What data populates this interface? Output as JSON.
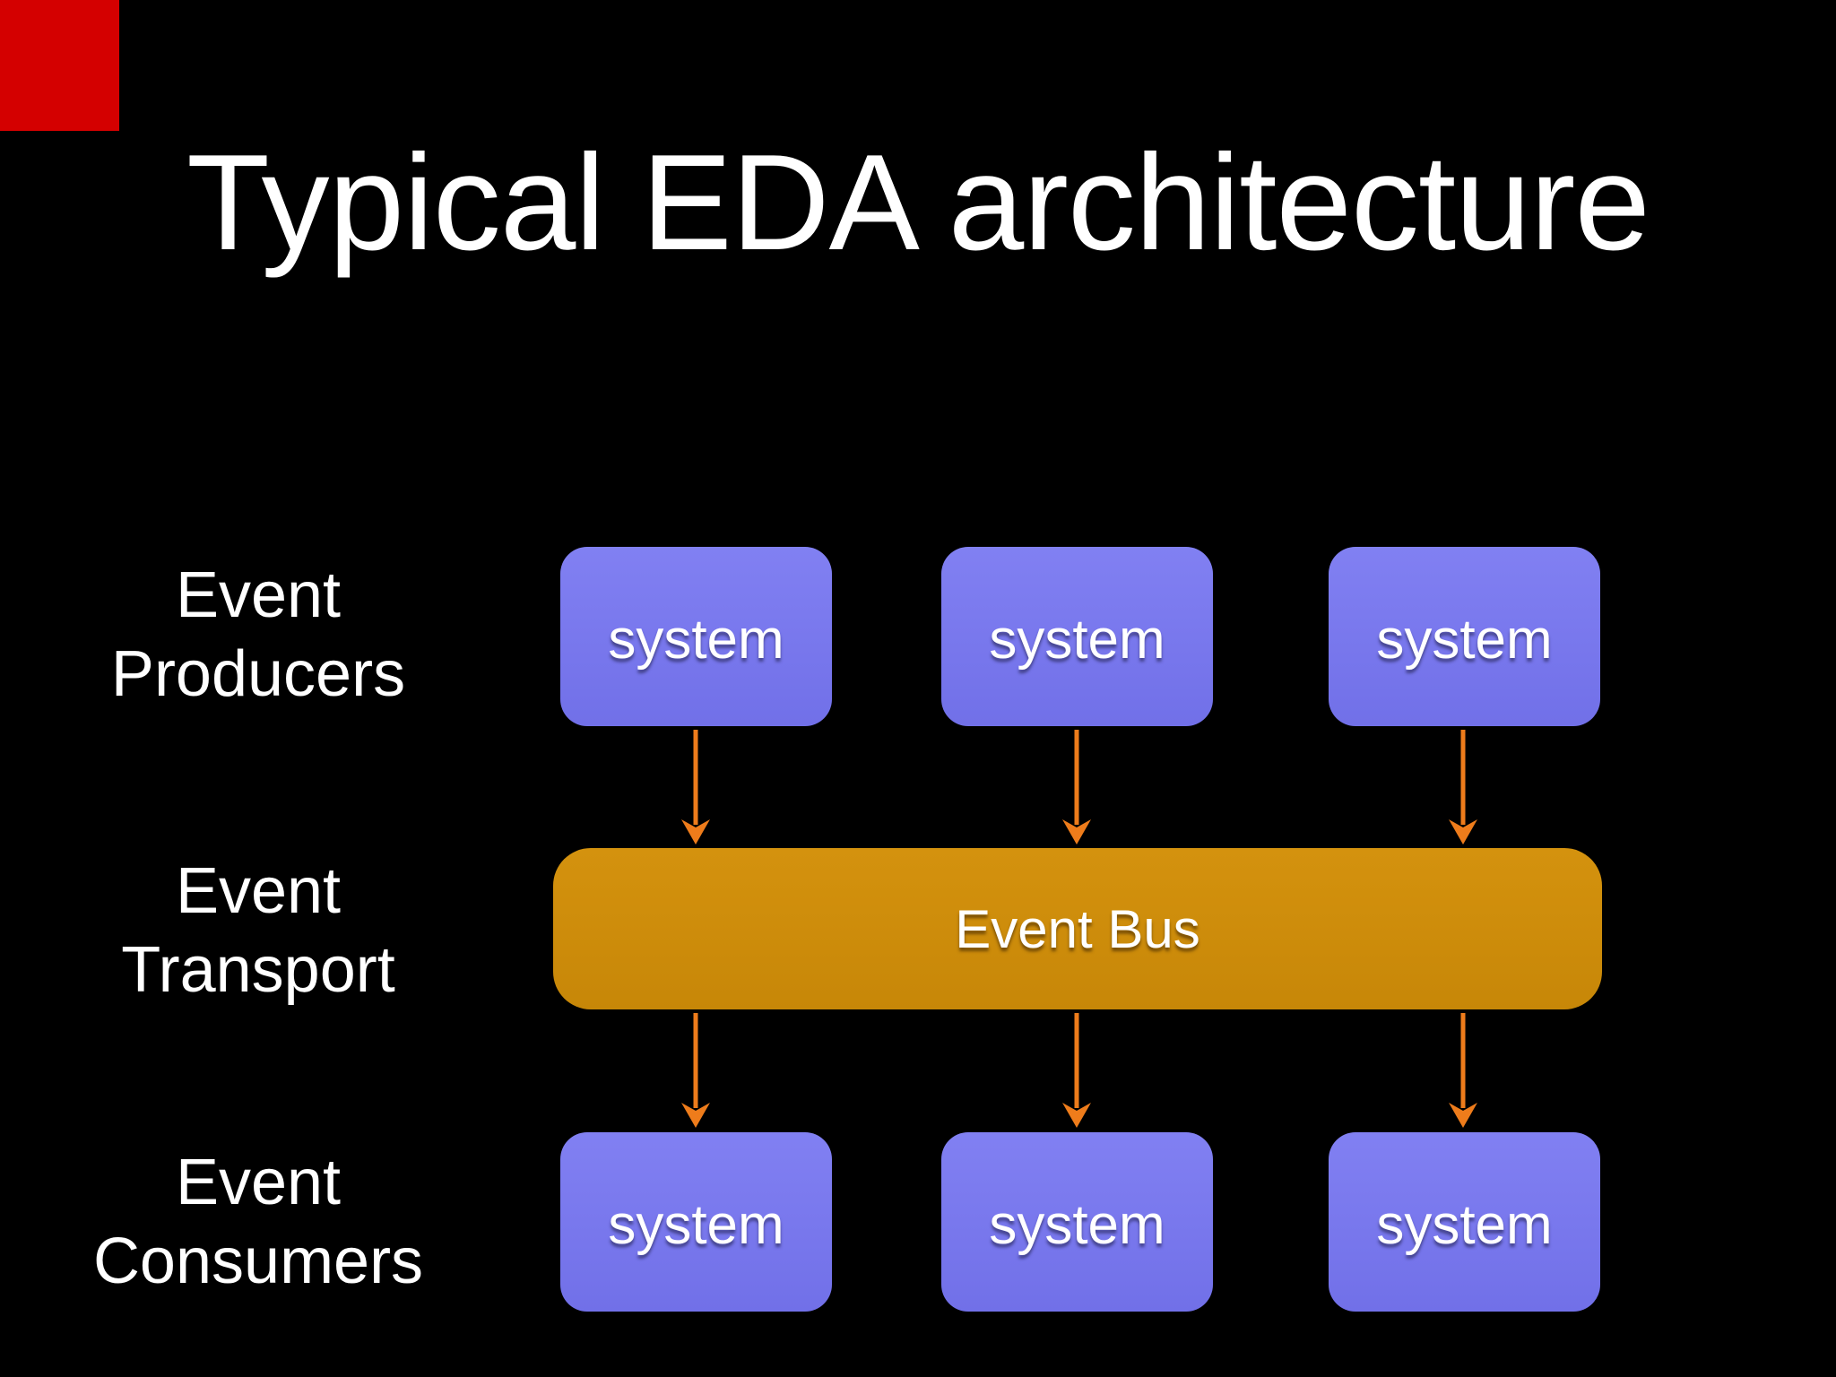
{
  "title": "Typical EDA architecture",
  "row_labels": {
    "producers": {
      "line1": "Event",
      "line2": "Producers"
    },
    "transport": {
      "line1": "Event",
      "line2": "Transport"
    },
    "consumers": {
      "line1": "Event",
      "line2": "Consumers"
    }
  },
  "producer_boxes": [
    {
      "label": "system"
    },
    {
      "label": "system"
    },
    {
      "label": "system"
    }
  ],
  "bus": {
    "label": "Event Bus"
  },
  "consumer_boxes": [
    {
      "label": "system"
    },
    {
      "label": "system"
    },
    {
      "label": "system"
    }
  ],
  "colors": {
    "background": "#000000",
    "corner_marker": "#d40000",
    "system_box_top": "#8180f2",
    "system_box_bottom": "#7170e8",
    "bus_top": "#d4920e",
    "bus_bottom": "#c78708",
    "arrow": "#ee7c1b",
    "text": "#ffffff"
  }
}
